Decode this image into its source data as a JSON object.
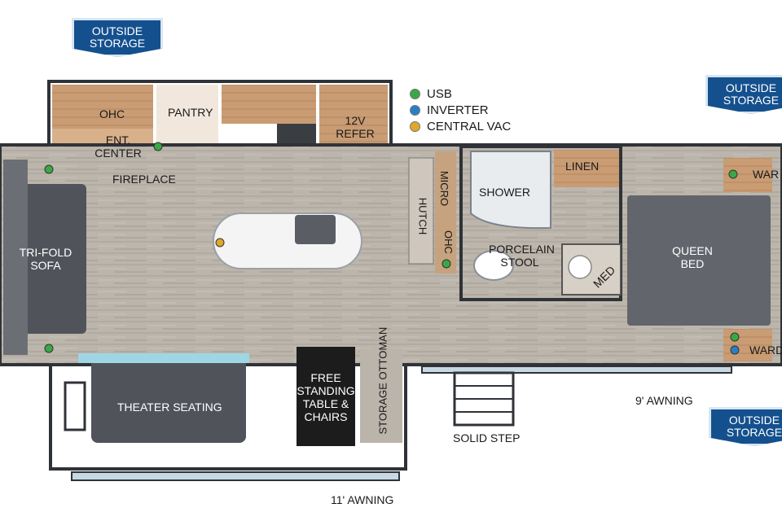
{
  "badges": {
    "top_left": "OUTSIDE STORAGE",
    "top_right": "OUTSIDE STORAGE",
    "bottom_right": "OUTSIDE STORAGE"
  },
  "legend": [
    {
      "label": "USB",
      "color": "#3aa845"
    },
    {
      "label": "INVERTER",
      "color": "#2a7fc4"
    },
    {
      "label": "CENTRAL VAC",
      "color": "#e0a82a"
    }
  ],
  "rooms": {
    "ohc_left": "OHC",
    "pantry": "PANTRY",
    "refer": "12V REFER",
    "ent_center": "ENT. CENTER",
    "fireplace": "FIREPLACE",
    "sofa": "TRI-FOLD SOFA",
    "theater": "THEATER SEATING",
    "table": "FREE STANDING TABLE & CHAIRS",
    "ottoman": "STORAGE OTTOMAN",
    "micro": "MICRO",
    "hutch": "HUTCH",
    "ohc_right": "OHC",
    "shower": "SHOWER",
    "linen": "LINEN",
    "stool": "PORCELAIN STOOL",
    "med": "MED",
    "bed": "QUEEN BED",
    "ward_top": "WAR",
    "ward_bottom": "WARD",
    "solid_step": "SOLID STEP",
    "awning_9": "9' AWNING",
    "awning_11": "11' AWNING"
  },
  "colors": {
    "wood_floor": "#b9b2a8",
    "cabinet": "#c99b72",
    "wall": "#2f3338",
    "furniture_dark": "#50545a",
    "badge_blue": "#15508e"
  }
}
